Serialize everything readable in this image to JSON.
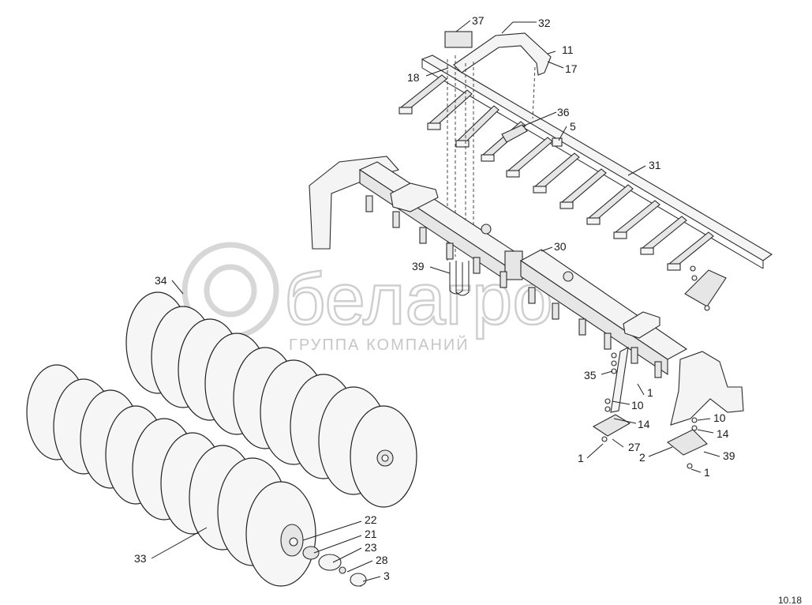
{
  "watermark": {
    "brand": "белагро",
    "tagline": "ГРУППА КОМПАНИЙ"
  },
  "page_number": "10.18",
  "callouts": {
    "c37": "37",
    "c32": "32",
    "c11": "11",
    "c17": "17",
    "c18": "18",
    "c36": "36",
    "c5": "5",
    "c31": "31",
    "c30": "30",
    "c39a": "39",
    "c34": "34",
    "c35": "35",
    "c1a": "1",
    "c10a": "10",
    "c14a": "14",
    "c27": "27",
    "c1b": "1",
    "c10b": "10",
    "c14b": "14",
    "c2": "2",
    "c39b": "39",
    "c1c": "1",
    "c22": "22",
    "c21": "21",
    "c23": "23",
    "c28": "28",
    "c3": "3",
    "c33": "33"
  }
}
